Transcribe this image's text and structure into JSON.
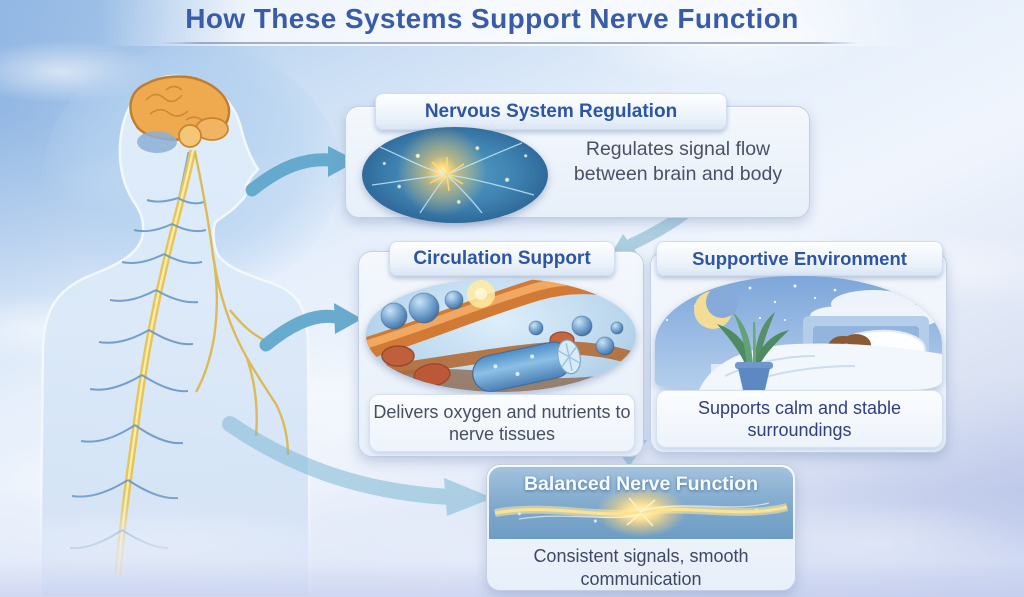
{
  "title": "How These Systems Support Nerve Function",
  "cards": {
    "nervous": {
      "title": "Nervous System Regulation",
      "text": "Regulates signal flow between brain and body"
    },
    "circulation": {
      "title": "Circulation Support",
      "text": "Delivers oxygen and nutrients to nerve tissues"
    },
    "environment": {
      "title": "Supportive Environment",
      "text": "Supports calm and stable surroundings"
    },
    "balanced": {
      "title": "Balanced Nerve Function",
      "text": "Consistent signals, smooth communication"
    }
  },
  "illustrations": {
    "figure": "human-profile-with-brain-and-nerves",
    "nervous_image": "glowing-neural-network",
    "circulation_image": "blood-vessels-cells-and-nerve-fiber",
    "environment_image": "person-sleeping-at-night",
    "balanced_image": "balanced-energy-stream"
  },
  "colors": {
    "heading_blue": "#2d55a5",
    "title_blue": "#3a5ca8",
    "body_text": "#4a5166",
    "navy_text": "#2f3e85",
    "arrow_teal": "#5ea6cb",
    "arrow_soft": "#a5cbdd",
    "card_bg": "#eef3fb",
    "card_border": "#c4d1e6"
  }
}
